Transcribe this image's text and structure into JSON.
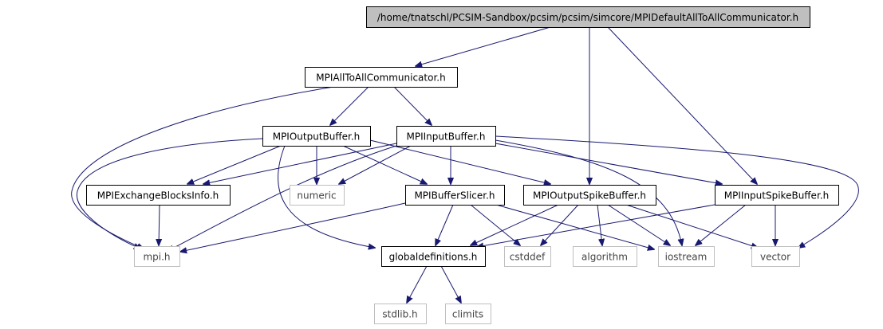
{
  "nodes": [
    {
      "id": "root",
      "label": "/home/tnatschl/PCSIM-Sandbox/pcsim/pcsim/simcore/MPIDefaultAllToAllCommunicator.h",
      "kind": "root"
    },
    {
      "id": "a2a",
      "label": "MPIAllToAllCommunicator.h",
      "kind": "proj"
    },
    {
      "id": "outbuf",
      "label": "MPIOutputBuffer.h",
      "kind": "proj"
    },
    {
      "id": "inbuf",
      "label": "MPIInputBuffer.h",
      "kind": "proj"
    },
    {
      "id": "exch",
      "label": "MPIExchangeBlocksInfo.h",
      "kind": "proj"
    },
    {
      "id": "numeric",
      "label": "numeric",
      "kind": "std"
    },
    {
      "id": "slicer",
      "label": "MPIBufferSlicer.h",
      "kind": "proj"
    },
    {
      "id": "outspike",
      "label": "MPIOutputSpikeBuffer.h",
      "kind": "proj"
    },
    {
      "id": "inspike",
      "label": "MPIInputSpikeBuffer.h",
      "kind": "proj"
    },
    {
      "id": "mpi",
      "label": "mpi.h",
      "kind": "std"
    },
    {
      "id": "globaldef",
      "label": "globaldefinitions.h",
      "kind": "proj"
    },
    {
      "id": "cstddef",
      "label": "cstddef",
      "kind": "std"
    },
    {
      "id": "algorithm",
      "label": "algorithm",
      "kind": "std"
    },
    {
      "id": "iostream",
      "label": "iostream",
      "kind": "std"
    },
    {
      "id": "vector",
      "label": "vector",
      "kind": "std"
    },
    {
      "id": "stdlib",
      "label": "stdlib.h",
      "kind": "std"
    },
    {
      "id": "climits",
      "label": "climits",
      "kind": "std"
    }
  ],
  "edges": [
    {
      "from": "root",
      "to": "a2a"
    },
    {
      "from": "root",
      "to": "outspike"
    },
    {
      "from": "root",
      "to": "inspike"
    },
    {
      "from": "a2a",
      "to": "mpi"
    },
    {
      "from": "a2a",
      "to": "outbuf"
    },
    {
      "from": "a2a",
      "to": "inbuf"
    },
    {
      "from": "outbuf",
      "to": "mpi"
    },
    {
      "from": "outbuf",
      "to": "exch"
    },
    {
      "from": "outbuf",
      "to": "numeric"
    },
    {
      "from": "outbuf",
      "to": "slicer"
    },
    {
      "from": "outbuf",
      "to": "outspike"
    },
    {
      "from": "outbuf",
      "to": "globaldef"
    },
    {
      "from": "inbuf",
      "to": "mpi"
    },
    {
      "from": "inbuf",
      "to": "exch"
    },
    {
      "from": "inbuf",
      "to": "numeric"
    },
    {
      "from": "inbuf",
      "to": "slicer"
    },
    {
      "from": "inbuf",
      "to": "inspike"
    },
    {
      "from": "inbuf",
      "to": "iostream"
    },
    {
      "from": "inbuf",
      "to": "vector"
    },
    {
      "from": "exch",
      "to": "mpi"
    },
    {
      "from": "slicer",
      "to": "mpi"
    },
    {
      "from": "slicer",
      "to": "globaldef"
    },
    {
      "from": "slicer",
      "to": "cstddef"
    },
    {
      "from": "slicer",
      "to": "iostream"
    },
    {
      "from": "outspike",
      "to": "globaldef"
    },
    {
      "from": "outspike",
      "to": "cstddef"
    },
    {
      "from": "outspike",
      "to": "algorithm"
    },
    {
      "from": "outspike",
      "to": "iostream"
    },
    {
      "from": "outspike",
      "to": "vector"
    },
    {
      "from": "inspike",
      "to": "globaldef"
    },
    {
      "from": "inspike",
      "to": "iostream"
    },
    {
      "from": "inspike",
      "to": "vector"
    },
    {
      "from": "globaldef",
      "to": "stdlib"
    },
    {
      "from": "globaldef",
      "to": "climits"
    }
  ],
  "colors": {
    "edge": "#191970",
    "root_fill": "#bfbfbf",
    "std_border": "#bfbfbf",
    "proj_border": "#000000"
  }
}
